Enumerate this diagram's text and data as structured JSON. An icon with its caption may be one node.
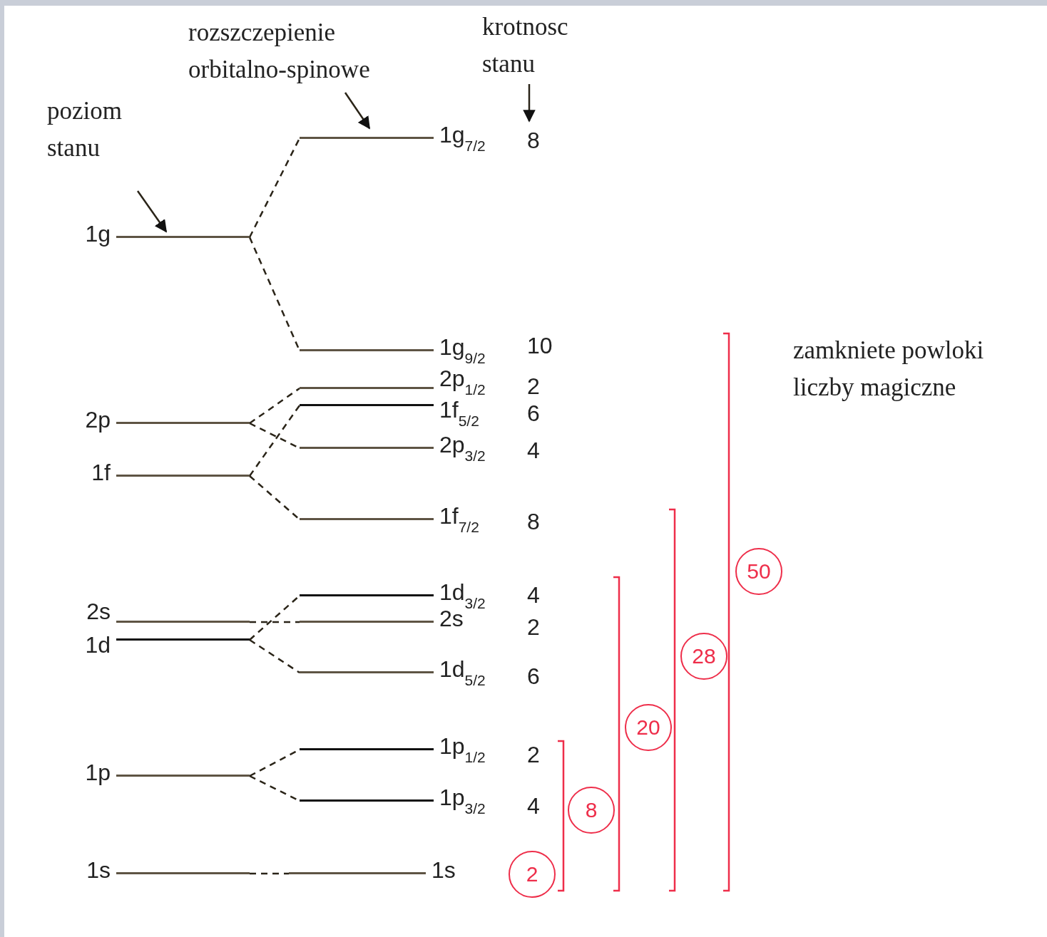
{
  "diagram": {
    "nodes": [
      {
        "text": [
          "poziom stanu"
        ]
      },
      {
        "text": [
          "rozszczepienie orbitalno-spinowe"
        ]
      },
      {
        "text": [
          "krotnosc stanu"
        ]
      },
      {
        "text": [
          "1g"
        ]
      },
      {
        "text": [
          "2p"
        ]
      },
      {
        "text": [
          "1f"
        ]
      },
      {
        "text": [
          "2s"
        ]
      },
      {
        "text": [
          "1d"
        ]
      },
      {
        "text": [
          "1p"
        ]
      },
      {
        "text": [
          "1s"
        ]
      },
      {
        "text": [
          "1g$_{7/2}$"
        ]
      },
      {
        "text": [
          "1g$_{9/2}$"
        ]
      },
      {
        "text": [
          "2p$_{1/2}$"
        ]
      },
      {
        "text": [
          "1f$_{5/2}$"
        ]
      },
      {
        "text": [
          "2p$_{3/2}$"
        ]
      },
      {
        "text": [
          "1f$_{7/2}$"
        ]
      },
      {
        "text": [
          "1d$_{3/2}$"
        ]
      },
      {
        "text": [
          "2s"
        ]
      },
      {
        "text": [
          "1d$_{5/2}$"
        ]
      },
      {
        "text": [
          "1p$_{1/2}$"
        ]
      },
      {
        "text": [
          "1p$_{3/2}$"
        ]
      },
      {
        "text": [
          "1s"
        ]
      },
      {
        "text": [
          "2"
        ]
      },
      {
        "text": [
          "8"
        ]
      },
      {
        "text": [
          "20"
        ]
      },
      {
        "text": [
          "28"
        ]
      },
      {
        "text": [
          "50"
        ]
      },
      {
        "text": [
          "8"
        ]
      }
    ],
    "edges": [
      {
        "from": 0,
        "to": 3,
        "arrow": "to"
      },
      {
        "from": 1,
        "to": 10,
        "arrow": "to"
      },
      {
        "from": 2,
        "to": 27,
        "arrow": "to"
      },
      {
        "from": 3,
        "to": 10,
        "arrow": "none",
        "style": "dashed"
      },
      {
        "from": 3,
        "to": 11,
        "arrow": "none",
        "style": "dashed"
      },
      {
        "from": 4,
        "to": 12,
        "arrow": "none",
        "style": "dashed"
      },
      {
        "from": 4,
        "to": 14,
        "arrow": "none",
        "style": "dashed"
      },
      {
        "from": 5,
        "to": 13,
        "arrow": "none",
        "style": "dashed"
      },
      {
        "from": 5,
        "to": 15,
        "arrow": "none",
        "style": "dashed"
      },
      {
        "from": 6,
        "to": 17,
        "arrow": "none",
        "style": "dashed"
      },
      {
        "from": 7,
        "to": 16,
        "arrow": "none",
        "style": "dashed"
      },
      {
        "from": 7,
        "to": 18,
        "arrow": "none",
        "style": "dashed"
      },
      {
        "from": 8,
        "to": 19,
        "arrow": "none",
        "style": "dashed"
      },
      {
        "from": 8,
        "to": 20,
        "arrow": "none",
        "style": "dashed"
      },
      {
        "from": 9,
        "to": 21,
        "arrow": "none",
        "style": "dashed"
      }
    ],
    "labels": [
      "10",
      "zamkniete powloki liczby magiczne",
      "2",
      "6",
      "4",
      "8",
      "4",
      "2",
      "6",
      "2",
      "4"
    ]
  }
}
